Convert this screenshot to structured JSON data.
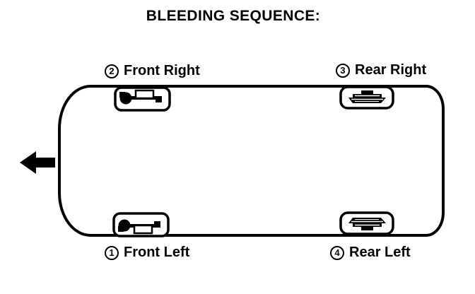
{
  "title": "BLEEDING SEQUENCE:",
  "colors": {
    "ink": "#000000",
    "background": "#ffffff"
  },
  "arrow": {
    "icon": "left-arrow-icon",
    "direction": "left"
  },
  "bleed_points": {
    "front_left": {
      "number": "1",
      "label": "Front Left",
      "position": "bottom-left",
      "icon": "front-caliper-icon"
    },
    "front_right": {
      "number": "2",
      "label": "Front Right",
      "position": "top-left",
      "icon": "front-caliper-icon"
    },
    "rear_right": {
      "number": "3",
      "label": "Rear Right",
      "position": "top-right",
      "icon": "rear-wheel-cylinder-icon"
    },
    "rear_left": {
      "number": "4",
      "label": "Rear Left",
      "position": "bottom-right",
      "icon": "rear-wheel-cylinder-icon"
    }
  }
}
